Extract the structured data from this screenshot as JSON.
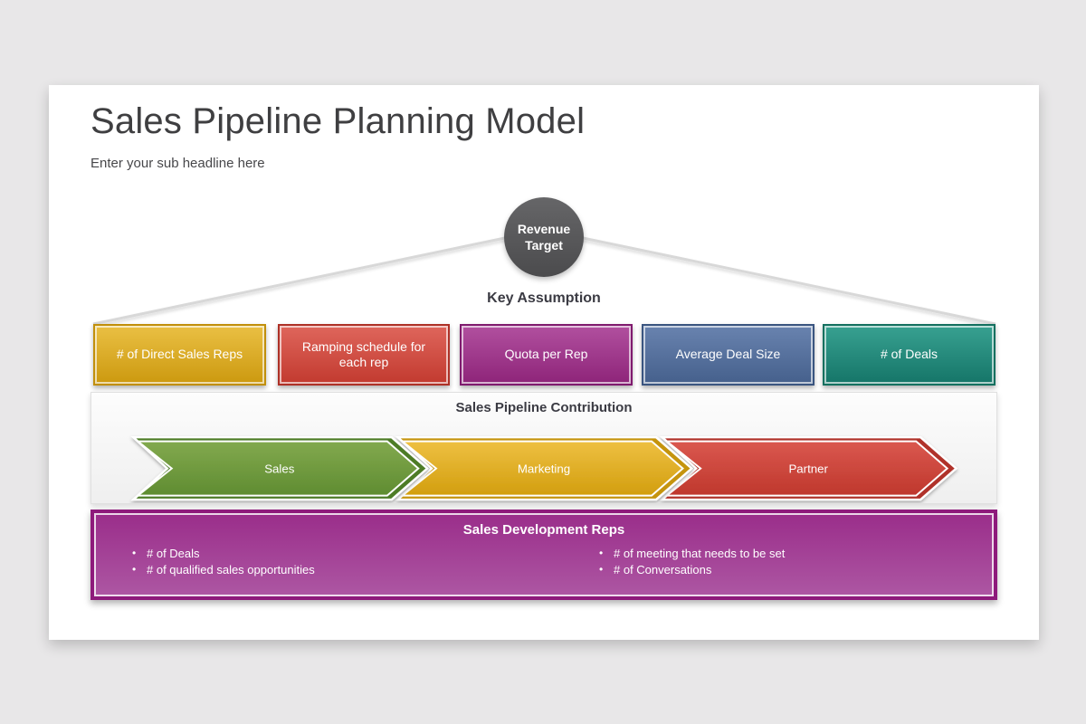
{
  "page": {
    "background_color": "#e8e7e8",
    "slide_color": "#ffffff"
  },
  "slide": {
    "title": "Sales Pipeline Planning Model",
    "subtitle": "Enter your sub headline here",
    "revenue_target": {
      "line1": "Revenue",
      "line2": "Target",
      "color": "#565658"
    },
    "key_assumption_label": "Key Assumption",
    "connector_line_color": "#d8d8d8",
    "assumption_boxes": [
      {
        "label": "# of Direct Sales Reps",
        "color_top": "#eac044",
        "color_bottom": "#cc990f",
        "border_color": "#c18f0b"
      },
      {
        "label": "Ramping schedule for each rep",
        "color_top": "#df665c",
        "color_bottom": "#c23a2f",
        "border_color": "#ae3127"
      },
      {
        "label": "Quota per Rep",
        "color_top": "#b1509f",
        "color_bottom": "#8e2479",
        "border_color": "#7f1a6e"
      },
      {
        "label": "Average Deal Size",
        "color_top": "#6983af",
        "color_bottom": "#45608c",
        "border_color": "#3a5580"
      },
      {
        "label": "# of Deals",
        "color_top": "#38a191",
        "color_bottom": "#157568",
        "border_color": "#13705f"
      }
    ],
    "contribution_panel": {
      "title": "Sales Pipeline Contribution",
      "arrows": [
        {
          "label": "Sales",
          "color_top": "#82a94e",
          "color_bottom": "#5f8c31",
          "border_color": "#4e7c28"
        },
        {
          "label": "Marketing",
          "color_top": "#eec042",
          "color_bottom": "#d29e0e",
          "border_color": "#c59410"
        },
        {
          "label": "Partner",
          "color_top": "#da584f",
          "color_bottom": "#bf372c",
          "border_color": "#b0322a"
        }
      ]
    },
    "sdr_panel": {
      "title": "Sales Development Reps",
      "color_top": "#9a2d8a",
      "color_bottom": "#ad57a3",
      "border_color": "#8e1a7b",
      "left_bullets": [
        "# of Deals",
        "# of qualified sales opportunities"
      ],
      "right_bullets": [
        "# of meeting that needs to be set",
        "# of Conversations"
      ]
    }
  }
}
